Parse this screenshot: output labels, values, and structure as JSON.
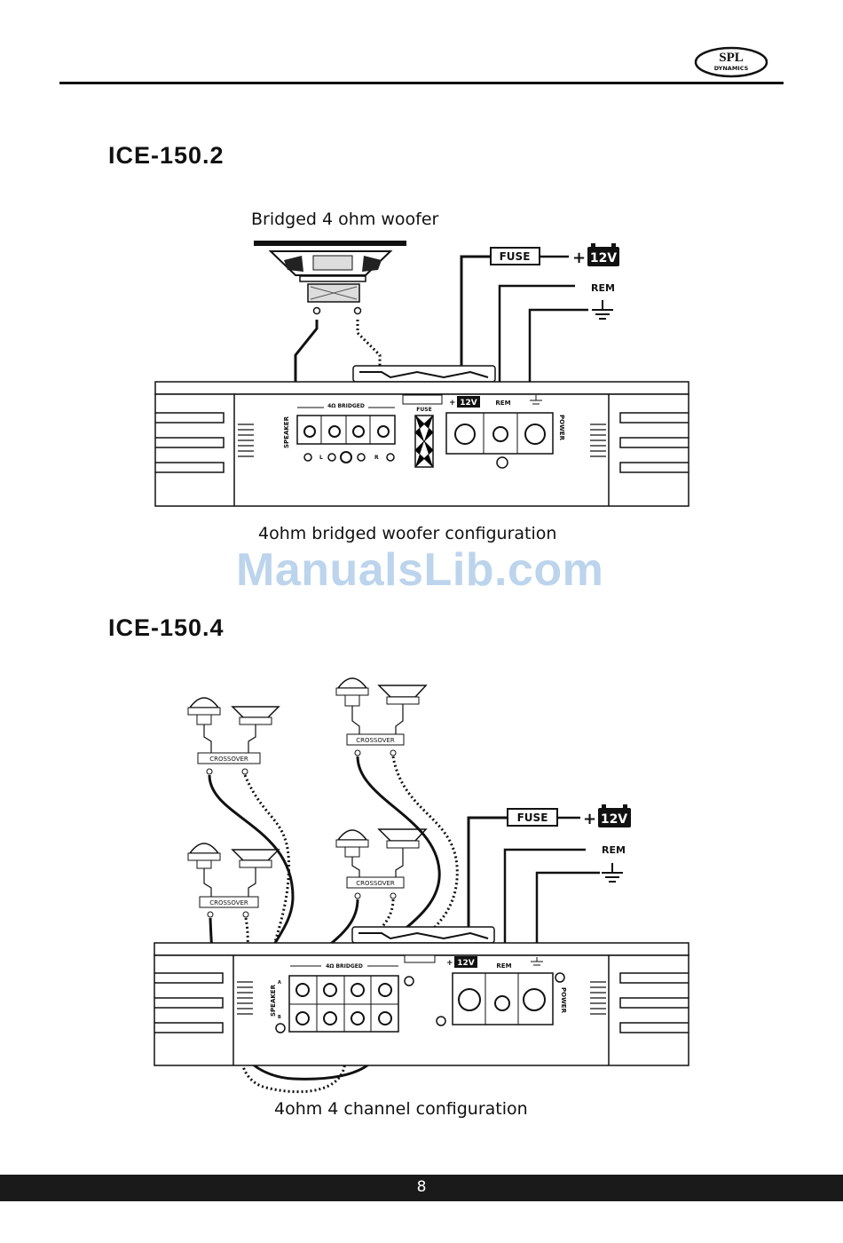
{
  "brand": {
    "logo_top": "SPL",
    "logo_bottom": "DYNAMICS"
  },
  "watermark": "ManualsLib.com",
  "section1": {
    "title": "ICE-150.2",
    "woofer_label": "Bridged 4 ohm woofer",
    "caption": "4ohm bridged woofer configuration",
    "fuse_label": "FUSE",
    "battery_label": "12V",
    "rem_label": "REM",
    "panel": {
      "speaker": "SPEAKER",
      "bridged": "4Ω BRIDGED",
      "fuse": "FUSE",
      "power": "POWER",
      "plus12v": "12V",
      "rem": "REM",
      "l": "L",
      "r": "R"
    }
  },
  "section2": {
    "title": "ICE-150.4",
    "caption": "4ohm 4 channel  configuration",
    "crossover_label": "CROSSOVER",
    "fuse_label": "FUSE",
    "battery_label": "12V",
    "rem_label": "REM",
    "panel": {
      "speaker": "SPEAKER",
      "bridged": "4Ω BRIDGED",
      "power": "POWER",
      "plus12v": "12V",
      "rem": "REM",
      "a": "A",
      "b": "B"
    }
  },
  "footer": {
    "page_number": "8"
  }
}
